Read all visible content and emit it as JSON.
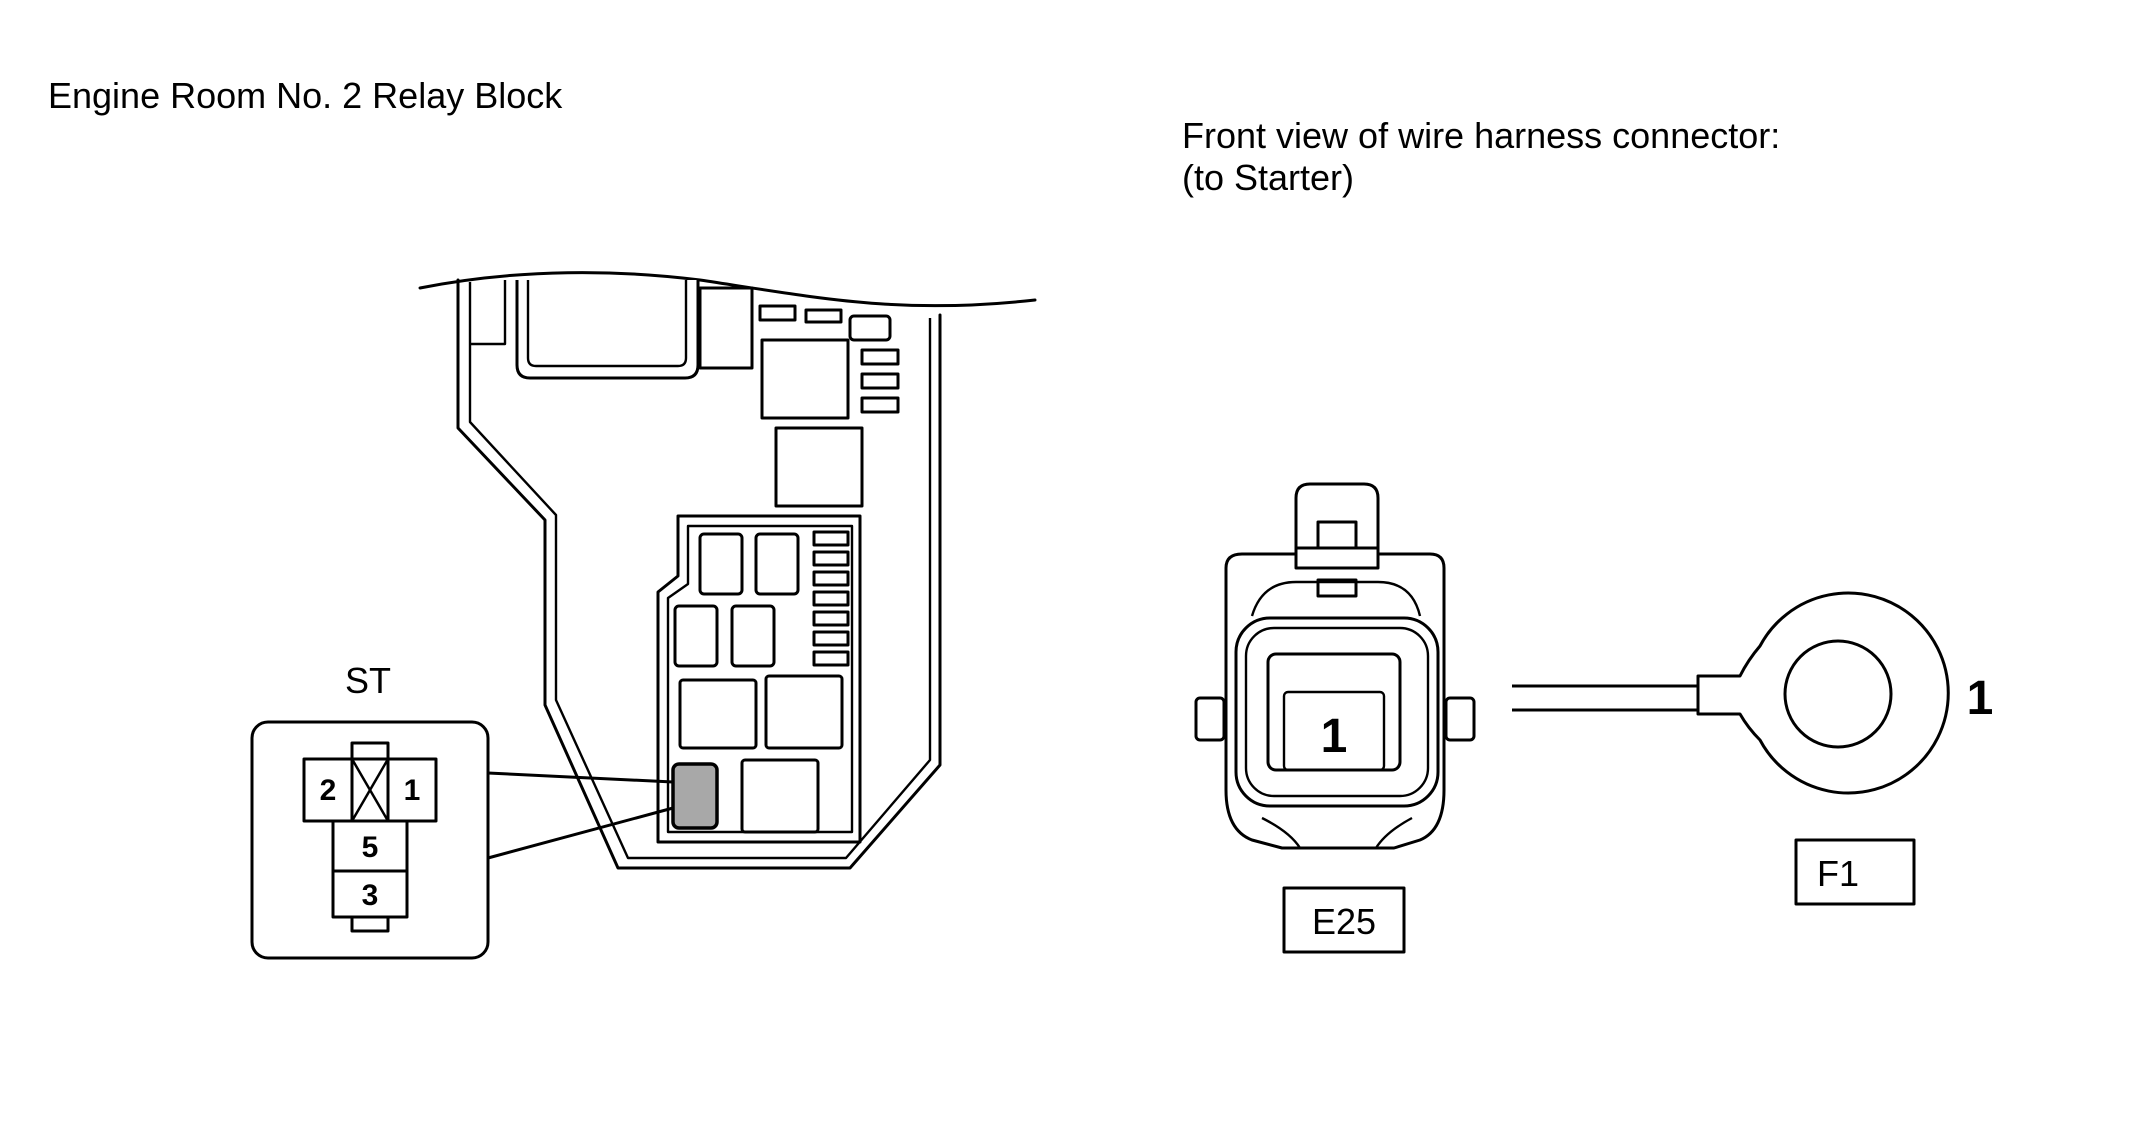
{
  "relay_block": {
    "title": "Engine Room No. 2 Relay Block",
    "relay_label": "ST",
    "relay_pins": [
      "2",
      "1",
      "5",
      "3"
    ]
  },
  "connector_view": {
    "caption_line1": "Front view of wire harness connector:",
    "caption_line2": "(to Starter)",
    "connector_pin": "1",
    "connector_code": "E25",
    "terminal_pin": "1",
    "terminal_code": "F1"
  },
  "colors": {
    "line": "#000000",
    "relay_highlight": "#a8a8a8",
    "background": "#ffffff"
  }
}
